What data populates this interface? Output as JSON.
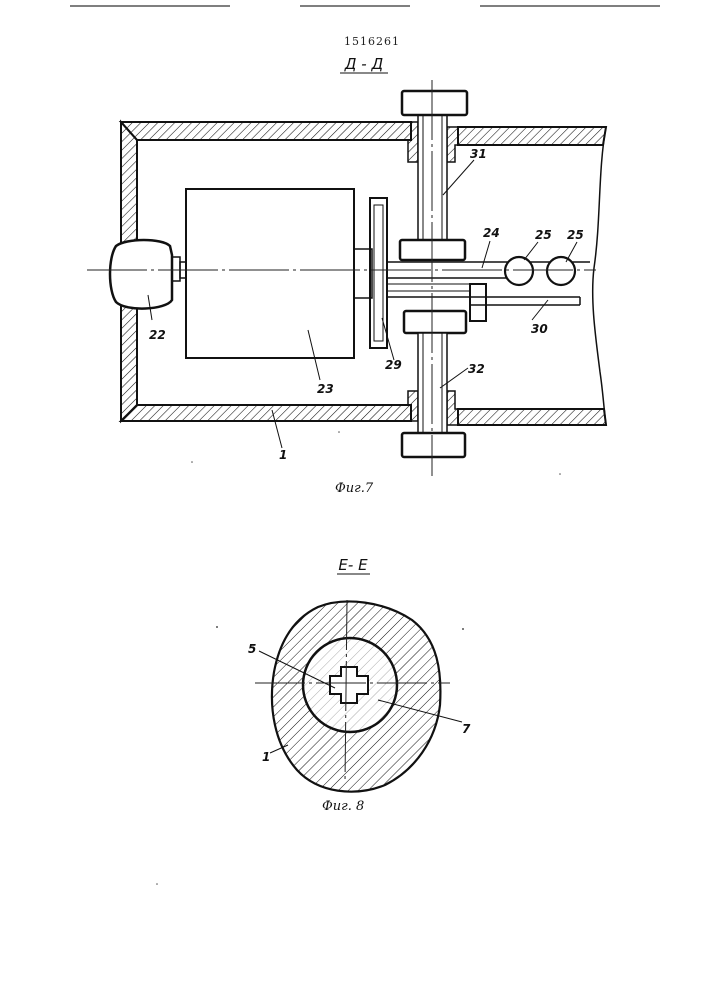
{
  "document": {
    "number": "1516261"
  },
  "fig7": {
    "section_title": "Д - Д",
    "caption": "Фиг.7",
    "callouts": {
      "c22": "22",
      "c23": "23",
      "c24": "24",
      "c25a": "25",
      "c25b": "25",
      "c29": "29",
      "c30": "30",
      "c31": "31",
      "c32": "32",
      "c1": "1"
    }
  },
  "fig8": {
    "section_title": "Е- Е",
    "caption": "Фиг. 8",
    "callouts": {
      "c5": "5",
      "c7": "7",
      "c1": "1"
    }
  }
}
